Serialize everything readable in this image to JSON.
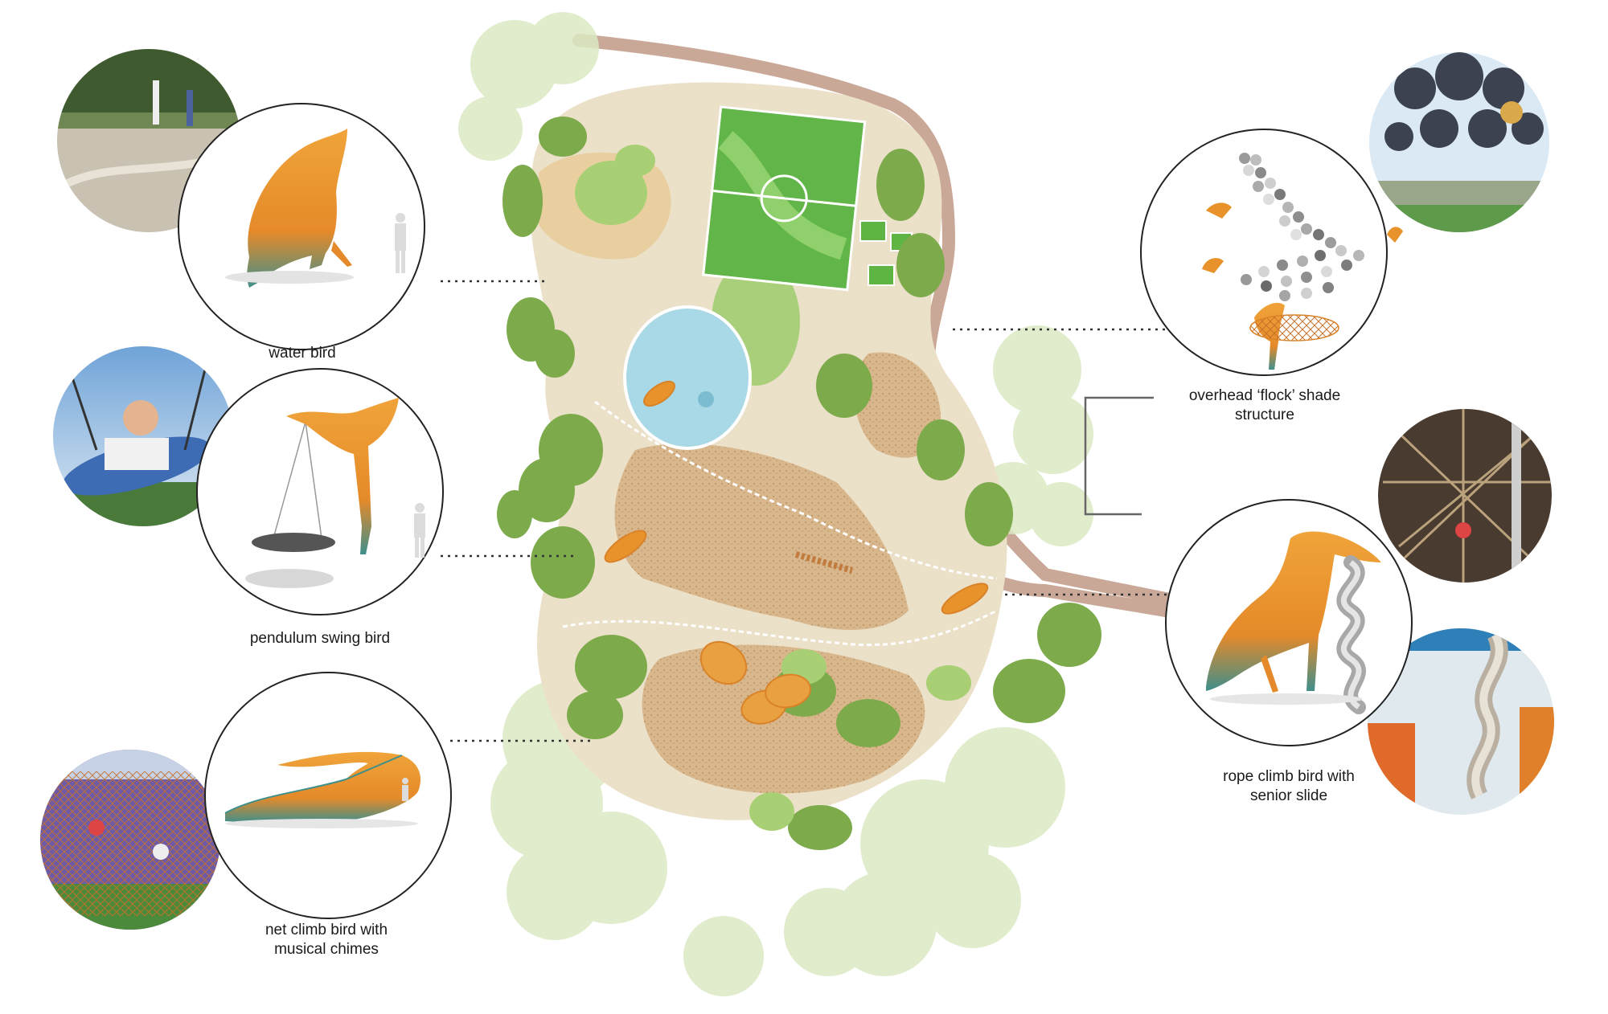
{
  "callouts": {
    "water_bird": "water bird",
    "pendulum_swing_bird": "pendulum swing bird",
    "net_climb_bird_line1": "net climb bird with",
    "net_climb_bird_line2": "musical chimes",
    "flock_shade_line1": "overhead ‘flock’ shade",
    "flock_shade_line2": "structure",
    "rope_climb_bird_line1": "rope climb bird with",
    "rope_climb_bird_line2": "senior slide"
  },
  "colors": {
    "path_tan": "#e9dcc0",
    "boundary_brown": "#caa99a",
    "tree_green": "#7dab4c",
    "tree_light": "#d6e7b8",
    "mulch": "#d5b48a",
    "court_green": "#5fb544",
    "water_blue": "#a9d8e6",
    "bird_orange": "#e8922b",
    "bird_teal": "#3e8e8a"
  }
}
